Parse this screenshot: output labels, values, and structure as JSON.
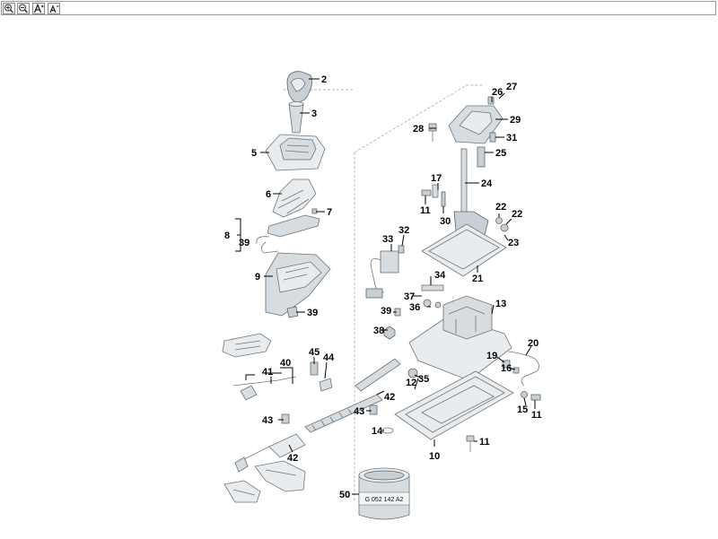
{
  "toolbar": {
    "buttons": [
      {
        "name": "zoom-in-button",
        "icon": "zoom-in-icon"
      },
      {
        "name": "zoom-out-button",
        "icon": "zoom-out-icon"
      },
      {
        "name": "font-increase-button",
        "icon": "font-increase-icon"
      },
      {
        "name": "font-decrease-button",
        "icon": "font-decrease-icon"
      }
    ]
  },
  "diagram": {
    "labels": {
      "l2": "2",
      "l3": "3",
      "l5": "5",
      "l6": "6",
      "l7": "7",
      "l8": "8",
      "l39a": "39",
      "l9": "9",
      "l39b": "39",
      "l26": "26",
      "l27": "27",
      "l28": "28",
      "l29": "29",
      "l31": "31",
      "l25": "25",
      "l17": "17",
      "l11a": "11",
      "l30": "30",
      "l24": "24",
      "l22a": "22",
      "l22b": "22",
      "l23": "23",
      "l33": "33",
      "l32": "32",
      "l34": "34",
      "l21": "21",
      "l37": "37",
      "l36": "36",
      "l39c": "39",
      "l13": "13",
      "l38": "38",
      "l20": "20",
      "l19": "19",
      "l16": "16",
      "l45": "45",
      "l44": "44",
      "l40": "40",
      "l41": "41",
      "l35": "35",
      "l12": "12",
      "l42a": "42",
      "l43a": "43",
      "l43b": "43",
      "l14": "14",
      "l15": "15",
      "l11b": "11",
      "l11c": "11",
      "l10": "10",
      "l42b": "42",
      "l50": "50"
    },
    "sealant_label": "G 052 142 A2"
  }
}
